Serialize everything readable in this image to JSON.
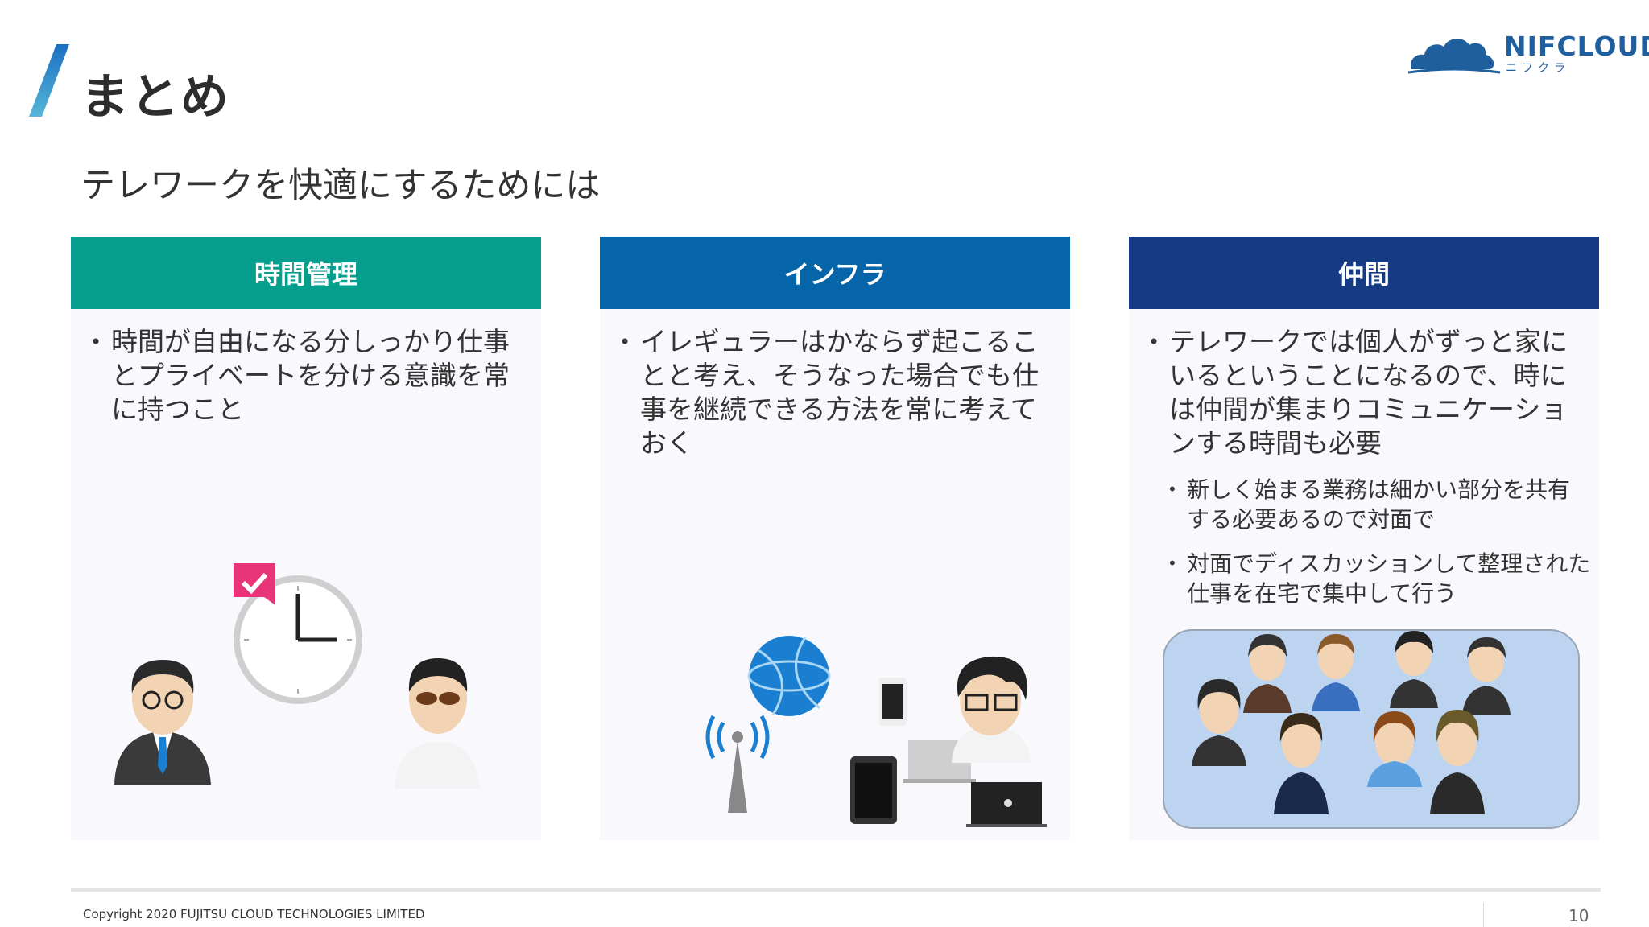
{
  "slide": {
    "title": "まとめ",
    "subtitle": "テレワークを快適にするためには"
  },
  "logo": {
    "name": "NIFCLOUD",
    "kana": "ニフクラ"
  },
  "columns": [
    {
      "header": "時間管理",
      "color": "#069e8c",
      "bullets": [
        "時間が自由になる分しっかり仕事とプライベートを分ける意識を常に持つこと"
      ]
    },
    {
      "header": "インフラ",
      "color": "#0565a8",
      "bullets": [
        "イレギュラーはかならず起こることと考え、そうなった場合でも仕事を継続できる方法を常に考えておく"
      ]
    },
    {
      "header": "仲間",
      "color": "#163a84",
      "bullets": [
        "テレワークでは個人がずっと家にいるということになるので、時には仲間が集まりコミュニケーションする時間も必要"
      ],
      "subbullets": [
        "新しく始まる業務は細かい部分を共有する必要あるので対面で",
        "対面でディスカッションして整理された仕事を在宅で集中して行う"
      ]
    }
  ],
  "footer": {
    "copyright": "Copyright 2020 FUJITSU CLOUD TECHNOLOGIES LIMITED",
    "page": "10"
  }
}
